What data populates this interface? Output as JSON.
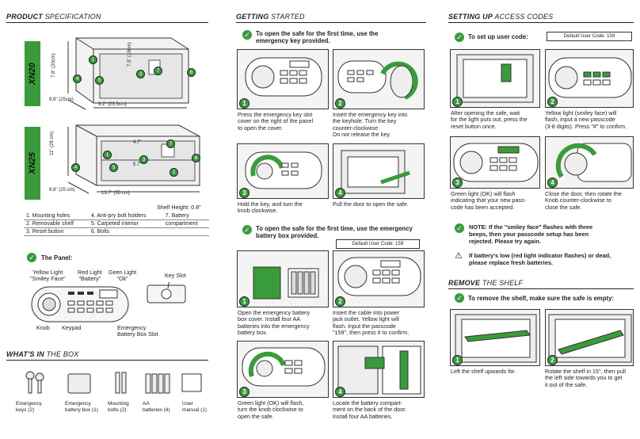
{
  "product": {
    "header_bold": "PRODUCT",
    "header_thin": "SPECIFICATION",
    "models": [
      "XN20",
      "XN25"
    ],
    "dims_xn20": {
      "h": "7.8\" (20cm)",
      "d": "9.8\" (25cm)",
      "w": "9.2\" (23.5cm)",
      "inner": "7.5\" (19cm)"
    },
    "dims_xn25": {
      "h": "11\" (28 cm)",
      "d": "9.8\" (25 cm)",
      "w": "13.7\" (35 cm)",
      "inner1": "4.7\"",
      "inner2": "5.7\""
    },
    "shelf_height": "Shelf Height: 0.8\"",
    "legend": [
      [
        "1. Mounting holes",
        "4. Anti-pry bolt holders",
        "7. Battery"
      ],
      [
        "2. Removable shelf",
        "5. Carpeted interior",
        "compartment"
      ],
      [
        "3. Reset button",
        "6. Bolts",
        ""
      ]
    ],
    "callouts": [
      "1",
      "2",
      "3",
      "4",
      "5",
      "6",
      "7"
    ]
  },
  "panel": {
    "title": "The Panel:",
    "yellow_light": "Yellow Light\n\"Smiley Face\"",
    "red_light": "Red Light\n\"Battery\"",
    "green_light": "Geen Light\n\"Ok\"",
    "key_slot": "Key Slot",
    "knob": "Knob",
    "keypad": "Keypad",
    "battery_slot": "Emergency\nBattery Box Slot"
  },
  "box": {
    "header_bold": "WHAT'S IN",
    "header_thin": "THE BOX",
    "items": [
      {
        "label": "Emergency\nkeys (2)"
      },
      {
        "label": "Emergency\nbattery box (1)"
      },
      {
        "label": "Mounting\nbolts (2)"
      },
      {
        "label": "AA\nbatteries (4)"
      },
      {
        "label": "User\nmanual (1)"
      }
    ]
  },
  "getting_started": {
    "header_bold": "GETTING",
    "header_thin": "STARTED",
    "key_title": "To open the safe for the first time, use the\nemergency key provided.",
    "key_steps": [
      {
        "n": "1",
        "text": "Press the emergency key slot\ncover on the right of the panel\nto open the cover."
      },
      {
        "n": "2",
        "text": "Insert the emergency key into\nthe keyhole. Turn the key\ncounter-clockwise.\nDo not release the key."
      },
      {
        "n": "3",
        "text": "Hold the key, and turn the\nknob clockwise."
      },
      {
        "n": "4",
        "text": "Pull the door to open the safe."
      }
    ],
    "battery_title": "To open the safe for the first time, use the emergency\nbattery box provided.",
    "default_code": "Default User Code: 159",
    "battery_steps": [
      {
        "n": "1",
        "text": "Open the emergency battery\nbox cover. Install four AA\nbatteries into the emergency\nbattery box."
      },
      {
        "n": "2",
        "text": "Insert the cable into power\njack outlet. Yellow light will\nflash. Input the passcode\n\"159\", then press # to confirm."
      },
      {
        "n": "3",
        "text": "Green light (OK) will flash,\nturn the knob clockwise to\nopen the safe."
      },
      {
        "n": "4",
        "text": "Locate the battery compart-\nment on the back of the door.\nInstall four AA batteries."
      }
    ]
  },
  "setting_up": {
    "header_bold": "SETTING UP",
    "header_thin": "ACCESS CODES",
    "title": "To set up user code:",
    "default_code": "Default User Code: 159",
    "steps": [
      {
        "n": "1",
        "text": "After opening the safe, wait\nfor the light puts out, press the\nreset button once."
      },
      {
        "n": "2",
        "text": "Yellow light (smiley face) will\nflash, input a new passcode\n(3-8 digits). Press \"#\" to confirm."
      },
      {
        "n": "3",
        "text": "Green light (OK) will flash\nindicating that your new pass-\ncode has been accepted."
      },
      {
        "n": "4",
        "text": "Close the door, then rotate the\nKnob counter-clockwise to\nclose the safe."
      }
    ],
    "note1": "NOTE: If the \"smiley face\" flashes with three\nbeeps, then your passcode setup has been\nrejected. Please try again.",
    "note2": "If battery's low (red light indicator flashes) or dead,\nplease replace fresh batteries."
  },
  "remove_shelf": {
    "header_bold": "REMOVE",
    "header_thin": "THE SHELF",
    "title": "To remove the shelf, make sure the safe is empty:",
    "steps": [
      {
        "n": "1",
        "text": "Left the shelf upwards for."
      },
      {
        "n": "2",
        "text": "Rotate the shelf in 15°, then pull\nthe left side towards you to get\nit out of the safe."
      }
    ]
  },
  "colors": {
    "accent": "#3a9b3a",
    "ink": "#222222"
  }
}
